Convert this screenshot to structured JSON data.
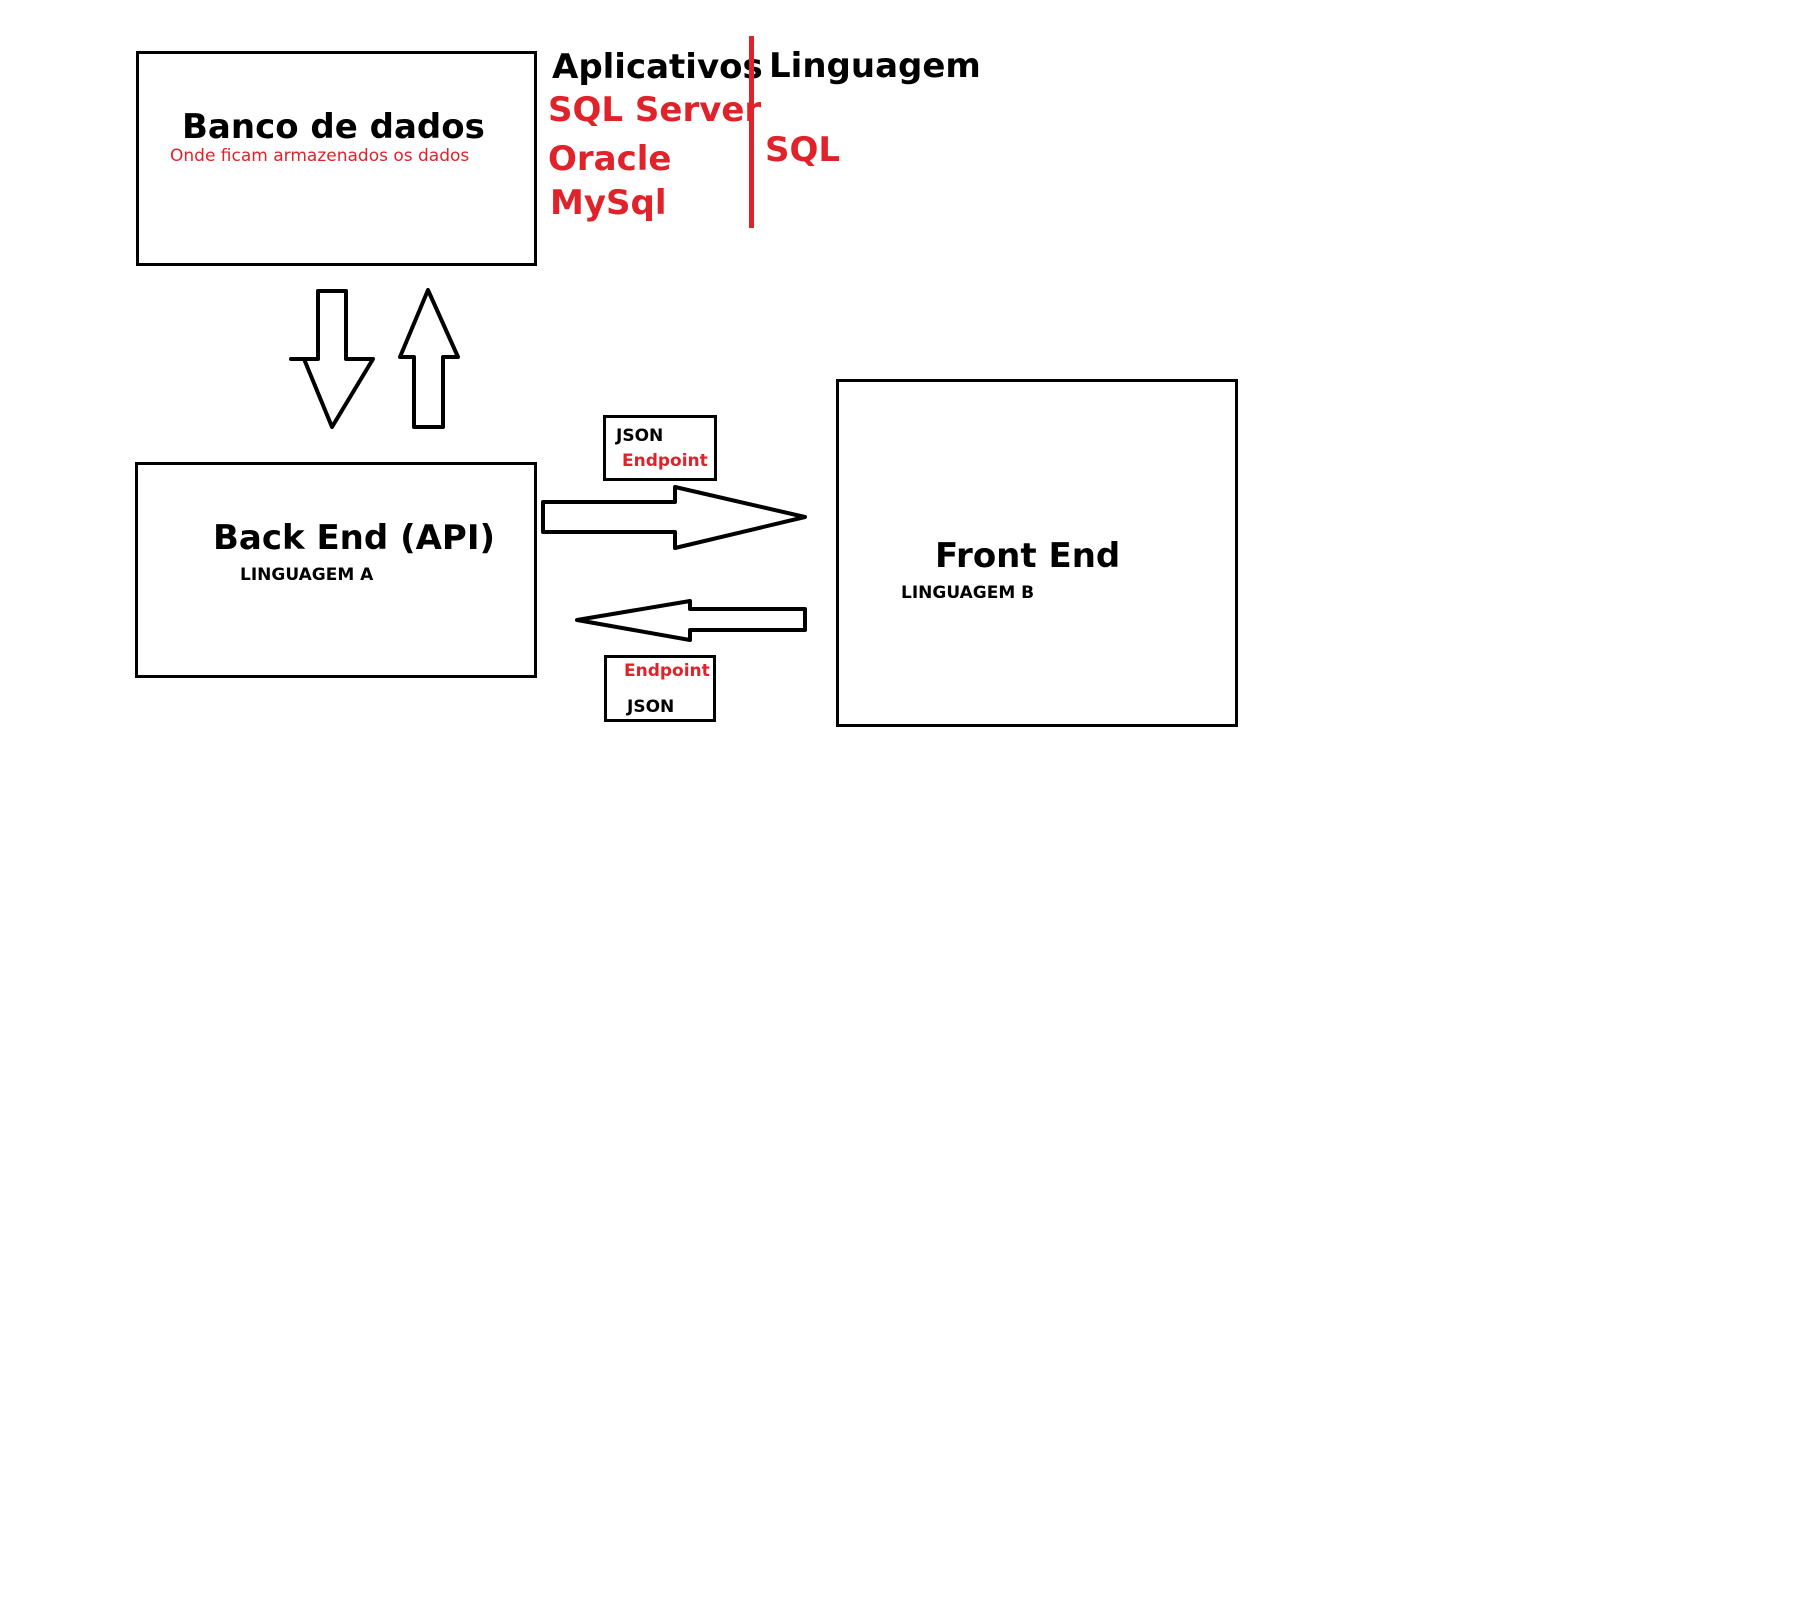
{
  "colors": {
    "accent_red": "#e0222a",
    "stroke": "#000000",
    "background": "#ffffff"
  },
  "database": {
    "title": "Banco de dados",
    "subtitle": "Onde ficam armazenados os dados"
  },
  "apps": {
    "header": "Aplicativos",
    "items": [
      "SQL Server",
      "Oracle",
      "MySql"
    ]
  },
  "language": {
    "header": "Linguagem",
    "value": "SQL"
  },
  "backend": {
    "title": "Back End (API)",
    "subtitle": "LINGUAGEM A"
  },
  "frontend": {
    "title": "Front End",
    "subtitle": "LINGUAGEM B"
  },
  "request_label": {
    "format": "JSON",
    "endpoint": "Endpoint"
  },
  "response_label": {
    "endpoint": "Endpoint",
    "format": "JSON"
  }
}
